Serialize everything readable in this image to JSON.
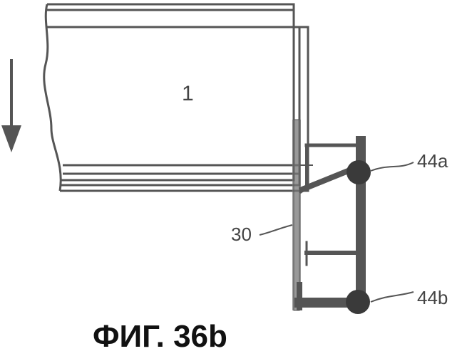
{
  "labels": {
    "part_1": "1",
    "part_30": "30",
    "part_44a": "44a",
    "part_44b": "44b"
  },
  "caption": "ФИГ. 36b",
  "colors": {
    "line": "#555555",
    "hinge": "#3a3a3a",
    "background": "#ffffff"
  }
}
